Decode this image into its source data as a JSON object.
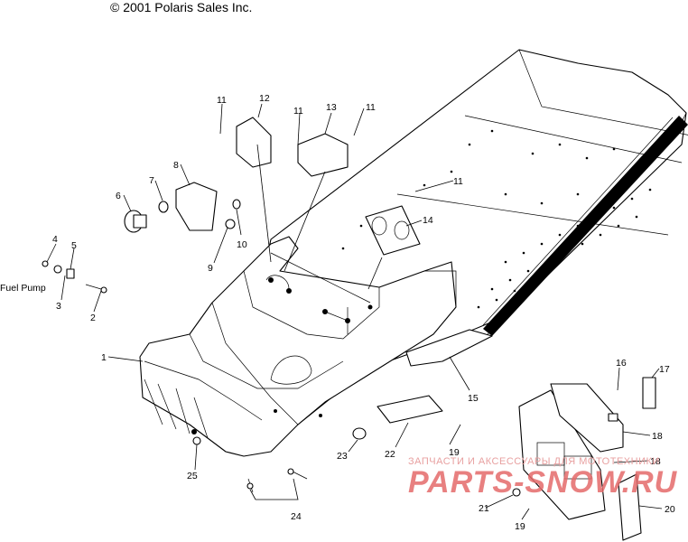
{
  "copyright": "© 2001 Polaris Sales Inc.",
  "fuel_pump_label": "Fuel Pump",
  "watermark": {
    "line1": "ЗАПЧАСТИ И АКСЕССУАРЫ ДЛЯ МОТОТЕХНИКИ",
    "logo": "PARTS-SNOW.RU"
  },
  "callouts": [
    "1",
    "2",
    "3",
    "4",
    "5",
    "6",
    "7",
    "8",
    "9",
    "10",
    "11",
    "11",
    "11",
    "11",
    "12",
    "13",
    "14",
    "15",
    "16",
    "17",
    "18",
    "18",
    "19",
    "19",
    "20",
    "21",
    "22",
    "23",
    "24",
    "25"
  ]
}
